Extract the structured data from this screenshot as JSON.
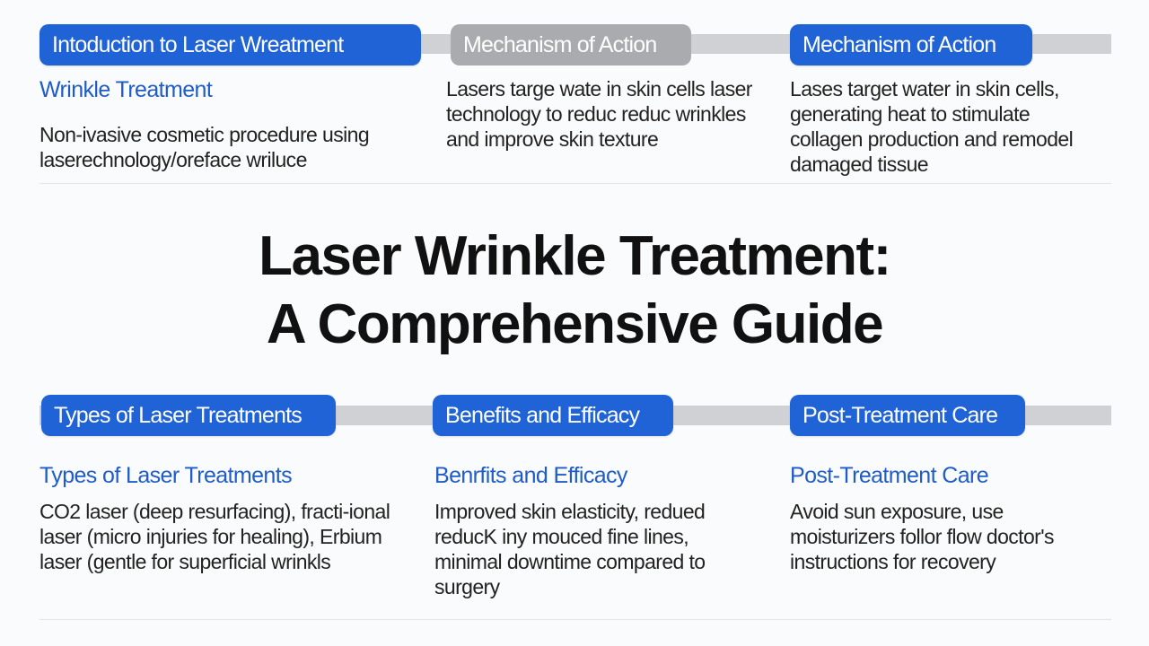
{
  "top": [
    {
      "pill": "Intoduction to Laser Wreatment",
      "subheading": "Wrinkle Treatment",
      "text": "Non-ivasive cosmetic procedure using laserechnology/oreface wriluce"
    },
    {
      "pill": "Mechanism of Action",
      "subheading": "",
      "text": "Lasers targe wate in skin cells laser technology to reduc reduc wrinkles and improve skin texture"
    },
    {
      "pill": "Mechanism of Action",
      "subheading": "",
      "text": "Lases target water in skin cells, generating heat to stimulate collagen production and remodel damaged tissue"
    }
  ],
  "title": {
    "line1": "Laser Wrinkle Treatment:",
    "line2": "A Comprehensive Guide"
  },
  "bottom": [
    {
      "pill": "Types of Laser Treatments",
      "subheading": "Types of Laser Treatments",
      "text": "CO2 laser (deep resurfacing), fracti-ional laser (micro injuries for healing), Erbium laser (gentle for superficial wrinkls"
    },
    {
      "pill": "Benefits and Efficacy",
      "subheading": "Benrfits and Efficacy",
      "text": "Improved skin elasticity, redued reducK iny mouced fine lines, minimal downtime compared to surgery"
    },
    {
      "pill": "Post-Treatment Care",
      "subheading": "Post-Treatment Care",
      "text": "Avoid sun exposure, use moisturizers follor flow doctor's instructions for recovery"
    }
  ],
  "colors": {
    "accent_blue": "#1f63d6",
    "heading_blue": "#1f5cc7",
    "muted_gray": "#a9abae",
    "rail_gray": "#cfd1d4"
  }
}
